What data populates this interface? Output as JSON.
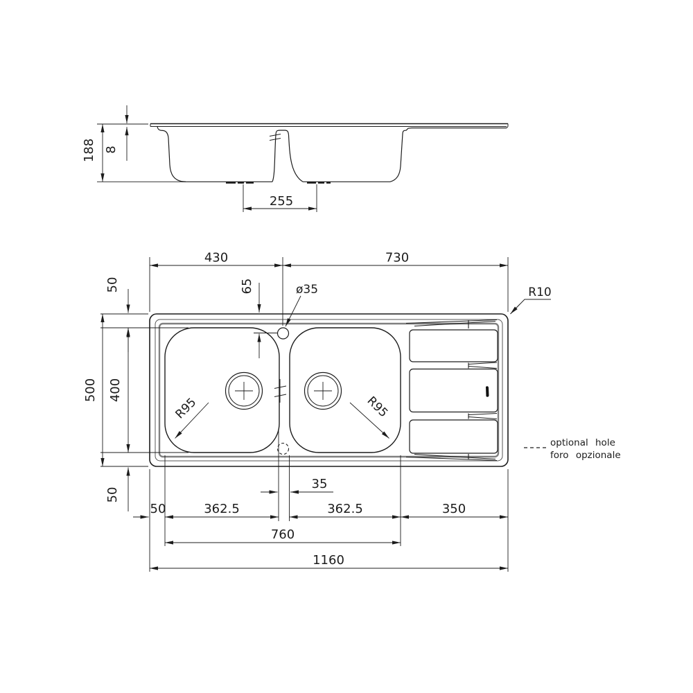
{
  "drawing_type": "technical-drawing-kitchen-sink",
  "colors": {
    "line": "#1c1c1c",
    "rim_inner_line": "#555555",
    "rim_band": "#808080",
    "background": "#ffffff"
  },
  "labels": {
    "side_view": {
      "overall_height": "188",
      "rim_height": "8",
      "drain_centers": "255"
    },
    "plan_top": {
      "margin_top": "50",
      "span_left": "430",
      "span_right": "730",
      "hole_offset": "65",
      "hole_diameter": "ø35",
      "corner_radius": "R10"
    },
    "plan_left": {
      "overall_depth": "500",
      "bowl_depth": "400",
      "margin_bottom": "50"
    },
    "plan_bottom": {
      "margin_left": "50",
      "bowl_left": "362.5",
      "center_gap": "35",
      "bowl_right": "362.5",
      "drainer_width": "350",
      "bowls_span": "760",
      "overall_length": "1160"
    },
    "bowls": {
      "radius_left": "R95",
      "radius_right": "R95"
    },
    "legend": {
      "line1": "optional hole",
      "line2": "foro opzionale"
    }
  }
}
